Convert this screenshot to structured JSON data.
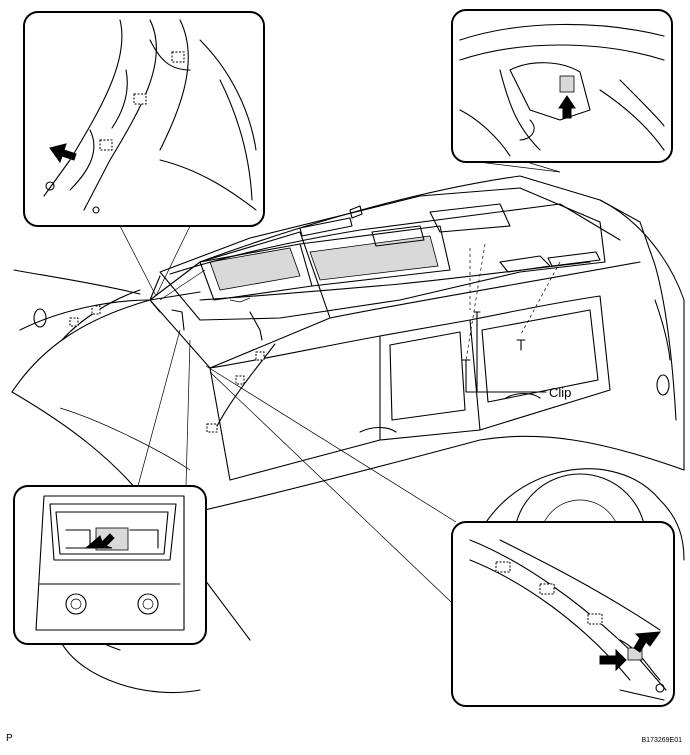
{
  "labels": {
    "clip": "Clip",
    "corner_mark": "P",
    "figure_id": "B173269E01"
  },
  "callouts": {
    "top_left": "A-pillar upper harness clips, arrow at connector",
    "top_right": "rear roof connector, arrow up",
    "bottom_left": "overhead console connector, arrow",
    "bottom_right": "A-pillar lower harness clips, two arrows at connectors"
  }
}
